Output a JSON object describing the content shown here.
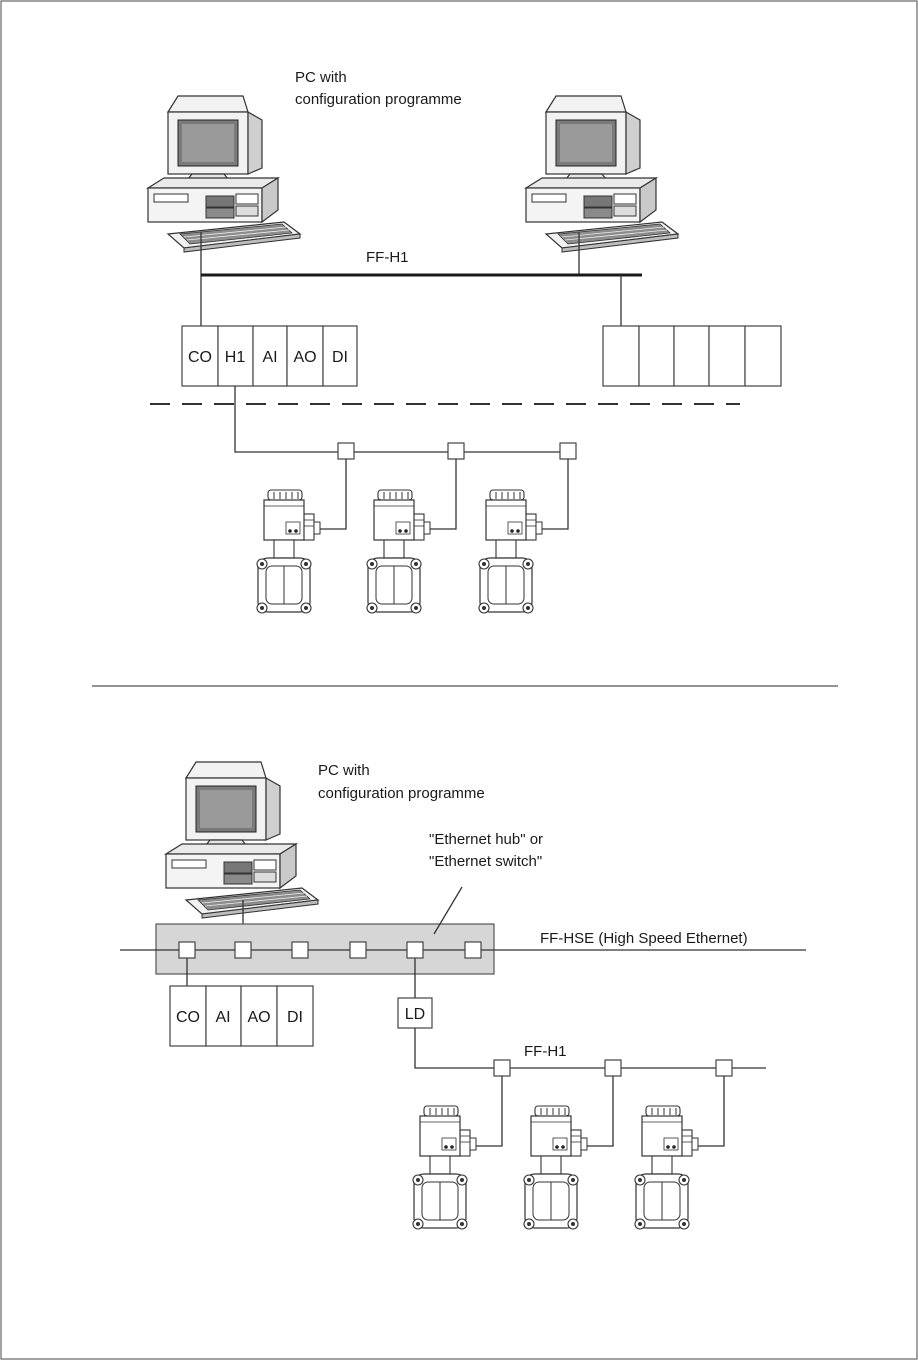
{
  "top": {
    "pc_label_line1": "PC with",
    "pc_label_line2": "configuration programme",
    "bus_label": "FF-H1",
    "controller_modules": [
      "CO",
      "H1",
      "AI",
      "AO",
      "DI"
    ]
  },
  "bottom": {
    "pc_label_line1": "PC with",
    "pc_label_line2": "configuration programme",
    "hub_label_line1": "\"Ethernet hub\" or",
    "hub_label_line2": "\"Ethernet switch\"",
    "hse_label": "FF-HSE (High Speed Ethernet)",
    "controller_modules": [
      "CO",
      "AI",
      "AO",
      "DI"
    ],
    "linking_device": "LD",
    "h1_label": "FF-H1"
  }
}
